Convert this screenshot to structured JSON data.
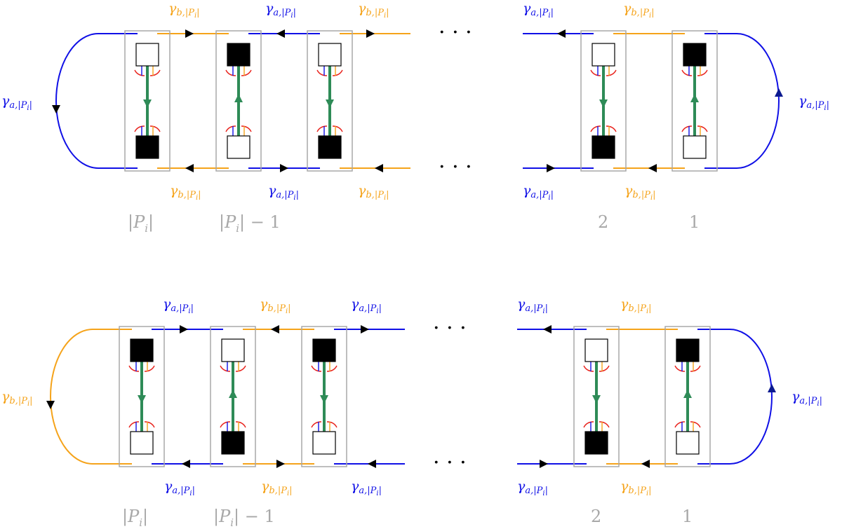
{
  "colors": {
    "blue": "#1010e6",
    "orange": "#f5a31a",
    "red": "#e8201a",
    "green": "#2e8b57",
    "gray": "#a8a8a8",
    "black": "#000000"
  },
  "labels": {
    "gamma_a_sym": "γ",
    "gamma_a_sub": "a,|P",
    "gamma_a_subi": "i",
    "gamma_a_end": "|",
    "gamma_b_sym": "γ",
    "gamma_b_sub": "b,|P",
    "gamma_b_subi": "i",
    "gamma_b_end": "|",
    "ellipsis": "· · ·"
  },
  "index_labels": {
    "pi": "|P",
    "pi_sub": "i",
    "pi_end": "|",
    "pi_minus": "|P",
    "pi_minus_sub": "i",
    "pi_minus_end": "| − 1",
    "two": "2",
    "one": "1"
  },
  "rows": [
    {
      "name": "top-row",
      "left_loop_color": "blue",
      "right_loop_color": "blue",
      "left_squares": [
        [
          "white",
          "black"
        ],
        [
          "black",
          "white"
        ],
        [
          "white",
          "black"
        ]
      ],
      "right_squares": [
        [
          "white",
          "black"
        ],
        [
          "black",
          "white"
        ]
      ],
      "green_dirs_left": [
        "down",
        "up",
        "down"
      ],
      "green_dirs_right": [
        "down",
        "up"
      ],
      "top_segments_left": [
        "orange",
        "blue",
        "orange"
      ],
      "bottom_segments_left": [
        "orange",
        "blue",
        "orange"
      ],
      "top_segments_right": [
        "blue",
        "orange"
      ],
      "bottom_segments_right": [
        "blue",
        "orange"
      ]
    },
    {
      "name": "bottom-row",
      "left_loop_color": "orange",
      "right_loop_color": "blue",
      "left_squares": [
        [
          "black",
          "white"
        ],
        [
          "white",
          "black"
        ],
        [
          "black",
          "white"
        ]
      ],
      "right_squares": [
        [
          "white",
          "black"
        ],
        [
          "black",
          "white"
        ]
      ],
      "green_dirs_left": [
        "down",
        "up",
        "down"
      ],
      "green_dirs_right": [
        "down",
        "up"
      ],
      "top_segments_left": [
        "blue",
        "orange",
        "blue"
      ],
      "bottom_segments_left": [
        "blue",
        "orange",
        "blue"
      ],
      "top_segments_right": [
        "blue",
        "orange"
      ],
      "bottom_segments_right": [
        "blue",
        "orange"
      ]
    }
  ]
}
